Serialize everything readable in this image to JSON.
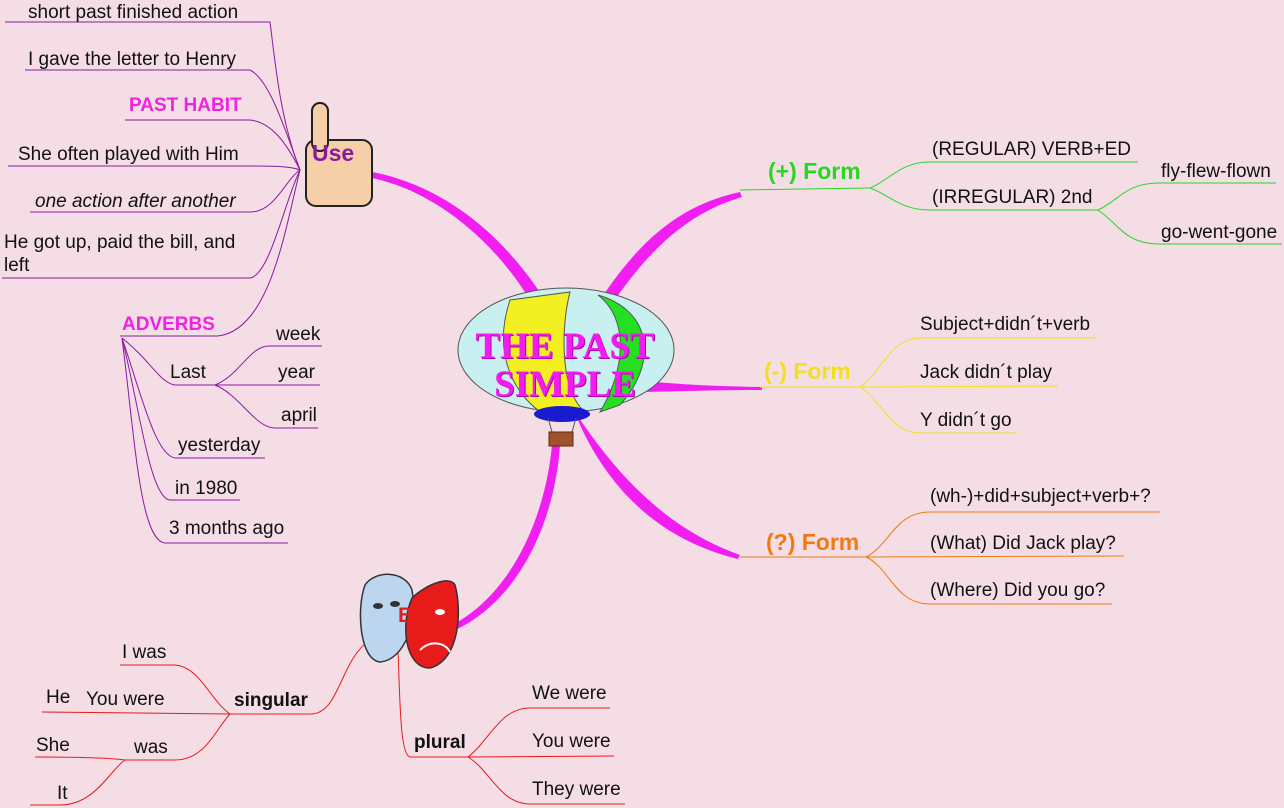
{
  "center": {
    "title_line1": "THE PAST",
    "title_line2": "SIMPLE"
  },
  "use": {
    "label": "Use",
    "items": [
      "short past finished action",
      "I gave the letter to Henry",
      "PAST HABIT",
      "She often played with Him",
      "one action after another",
      "He got up, paid the bill, and",
      "left"
    ]
  },
  "adverbs": {
    "label": "ADVERBS",
    "last": "Last",
    "last_items": [
      "week",
      "year",
      "april"
    ],
    "others": [
      "yesterday",
      "in 1980",
      "3 months ago"
    ]
  },
  "positive": {
    "label": "(+) Form",
    "regular": "(REGULAR) VERB+ED",
    "irregular": "(IRREGULAR) 2nd",
    "examples": [
      "fly-flew-flown",
      "go-went-gone"
    ]
  },
  "negative": {
    "label": "(-) Form",
    "items": [
      "Subject+didn´t+verb",
      "Jack didn´t play",
      "Y didn´t go"
    ]
  },
  "question": {
    "label": "(?) Form",
    "items": [
      "(wh-)+did+subject+verb+?",
      "(What) Did Jack play?",
      "(Where) Did you go?"
    ]
  },
  "be": {
    "label": "Be",
    "singular": "singular",
    "singular_items": [
      "I was",
      "You were",
      "was"
    ],
    "pronouns": [
      "He",
      "She",
      "It"
    ],
    "plural": "plural",
    "plural_items": [
      "We were",
      "You were",
      "They were"
    ]
  },
  "colors": {
    "background": "#f5dde6",
    "use_branch": "#f01ef0",
    "positive_branch": "#25d820",
    "negative_branch": "#f0e020",
    "question_branch": "#f07a10",
    "be_branch": "#e81b1b",
    "adverbs_branch": "#8a1aa0"
  },
  "icons": [
    "pointing-hand-icon",
    "hot-air-balloon-icon",
    "theatre-masks-icon"
  ]
}
